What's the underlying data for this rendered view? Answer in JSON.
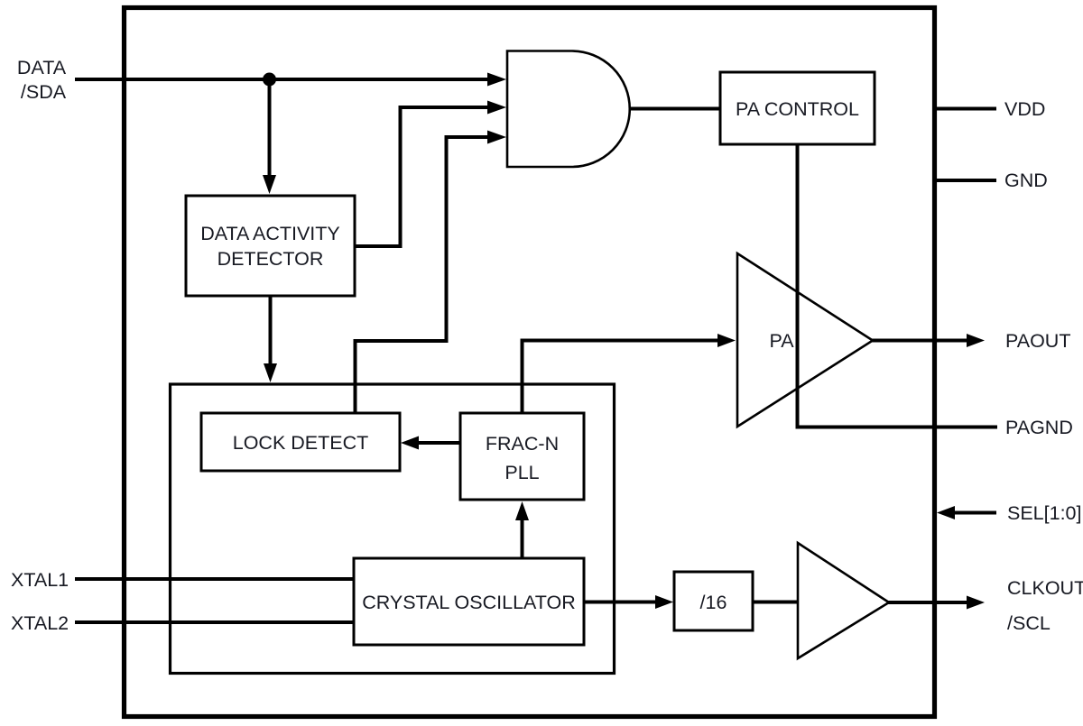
{
  "diagram_type": "ic-block-diagram",
  "colors": {
    "line": "#000000",
    "text": "#171922",
    "background": "#ffffff"
  },
  "pins": {
    "data_sda": {
      "line1": "DATA",
      "line2": "/SDA"
    },
    "xtal1": "XTAL1",
    "xtal2": "XTAL2",
    "vdd": "VDD",
    "gnd": "GND",
    "paout": "PAOUT",
    "pagnd": "PAGND",
    "sel": "SEL[1:0]",
    "clkout_scl": {
      "line1": "CLKOUT",
      "line2": "/SCL"
    }
  },
  "blocks": {
    "pa_control": "PA CONTROL",
    "data_activity_detector": {
      "line1": "DATA ACTIVITY",
      "line2": "DETECTOR"
    },
    "lock_detect": "LOCK DETECT",
    "frac_n_pll": {
      "line1": "FRAC-N",
      "line2": "PLL"
    },
    "crystal_oscillator": "CRYSTAL OSCILLATOR",
    "divider": "/16",
    "pa": "PA"
  }
}
